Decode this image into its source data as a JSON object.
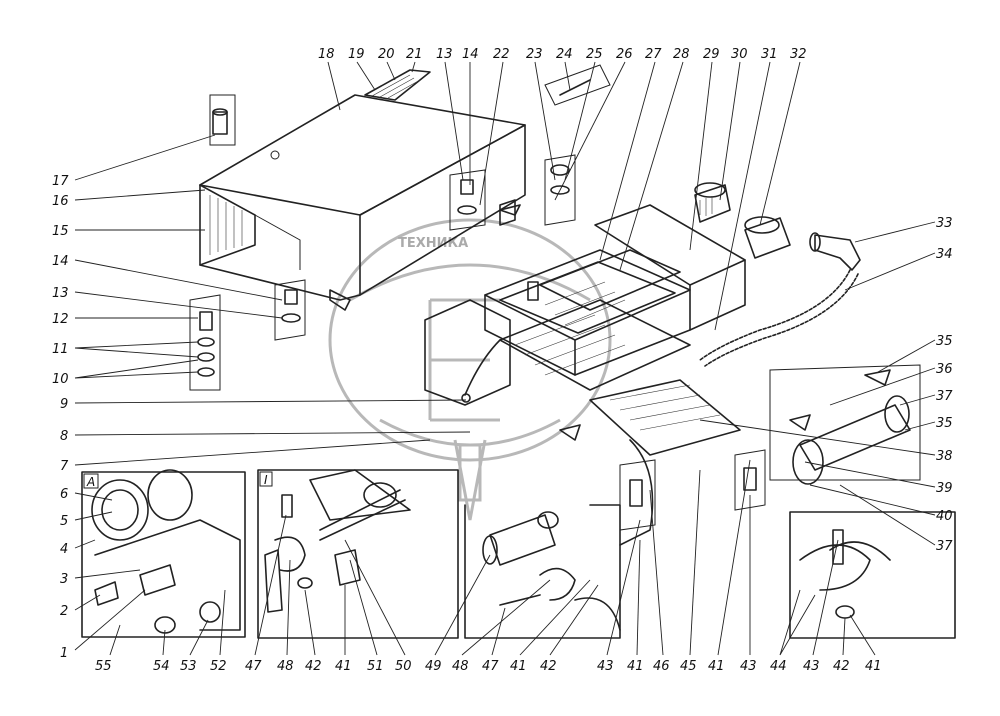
{
  "watermark": {
    "text": "ТЕХНИКА"
  },
  "insets": {
    "A": "А",
    "I": "I"
  },
  "callouts": {
    "top_numbers": [
      "18",
      "19",
      "20",
      "21",
      "13",
      "14",
      "22",
      "23",
      "24",
      "25",
      "26",
      "27",
      "28",
      "29",
      "30",
      "31",
      "32"
    ],
    "left_numbers": [
      "17",
      "16",
      "15",
      "14",
      "13",
      "12",
      "11",
      "10",
      "9",
      "8",
      "7",
      "6",
      "5",
      "4",
      "3",
      "2",
      "1"
    ],
    "right_numbers": [
      "33",
      "34",
      "35",
      "36",
      "37",
      "35",
      "38",
      "39",
      "40",
      "37"
    ],
    "bottom_numbers": [
      "55",
      "54",
      "53",
      "52",
      "47",
      "48",
      "42",
      "41",
      "51",
      "50",
      "49",
      "48",
      "47",
      "41",
      "42",
      "43",
      "41",
      "46",
      "45",
      "41",
      "43",
      "44",
      "43",
      "42",
      "41"
    ]
  }
}
